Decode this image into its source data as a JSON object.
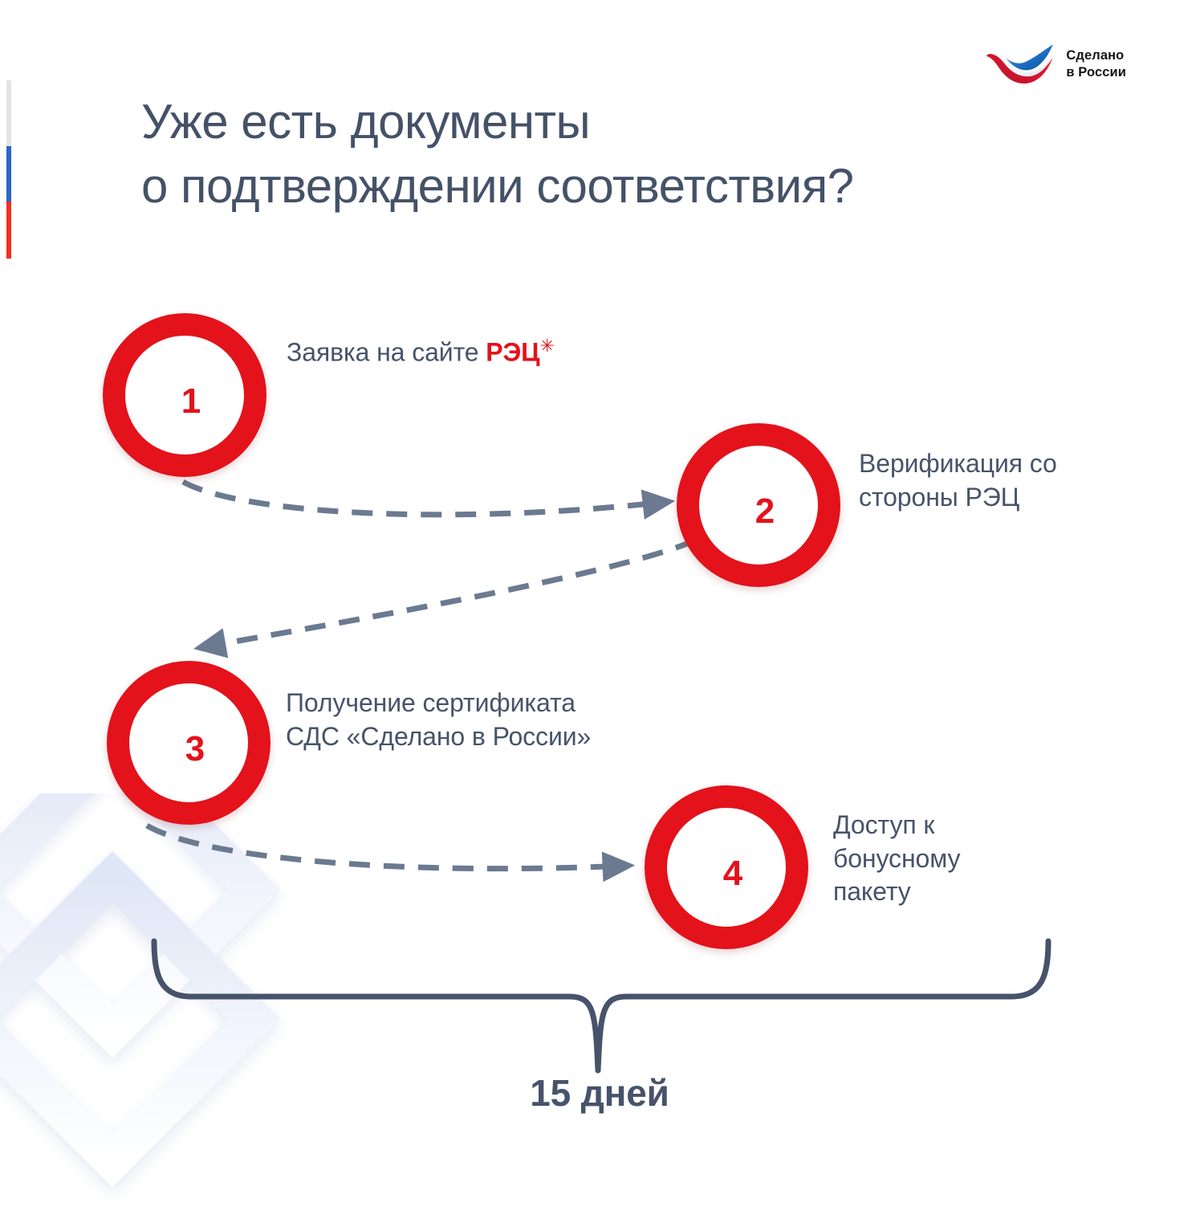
{
  "brand": {
    "logo_icon": "russia-bird-logo-icon",
    "line1": "Сделано",
    "line2": "в России"
  },
  "decor": {
    "flag_bar_icon": "russian-flag-bar-icon",
    "watermark_icon": "diamond-watermark-icon",
    "colors": {
      "flag_white": "#e3e4e6",
      "flag_blue": "#2a66c4",
      "flag_red": "#ee3124"
    }
  },
  "title": {
    "line1": "Уже есть документы",
    "line2": "о подтверждении соответствия?"
  },
  "colors": {
    "accent_red": "#E3121B",
    "text_slate": "#46536a",
    "arrow_slate": "#6b7a90",
    "brace_slate": "#46536a",
    "background": "#ffffff"
  },
  "steps": [
    {
      "number": "1",
      "label_prefix": "Заявка на сайте ",
      "label_highlight": "РЭЦ",
      "label_asterisk": "✳",
      "label_full": "Заявка на сайте РЭЦ✳"
    },
    {
      "number": "2",
      "label_line1": "Верификация со",
      "label_line2": "стороны РЭЦ",
      "label_full": "Верификация со стороны РЭЦ"
    },
    {
      "number": "3",
      "label_line1": "Получение сертификата",
      "label_line2": "СДС «Сделано в России»",
      "label_full": "Получение сертификата СДС «Сделано в России»"
    },
    {
      "number": "4",
      "label_line1": "Доступ к",
      "label_line2": "бонусному",
      "label_line3": "пакету",
      "label_full": "Доступ к бонусному пакету"
    }
  ],
  "connectors": [
    {
      "from": "1",
      "to": "2",
      "style": "dashed-arrow"
    },
    {
      "from": "2",
      "to": "3",
      "style": "dashed-arrow"
    },
    {
      "from": "3",
      "to": "4",
      "style": "dashed-arrow"
    }
  ],
  "duration": {
    "brace_icon": "curly-brace-icon",
    "text": "15 дней"
  }
}
